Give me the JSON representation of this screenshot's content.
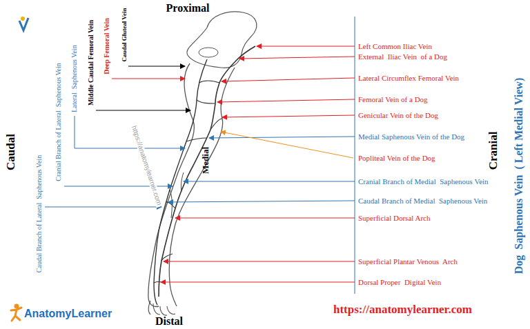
{
  "diagram": {
    "title": "Dog  Saphenous Vein  ( Left Medial View)",
    "labels": [
      "Proximal",
      "Distal",
      "Caudal",
      "Cranial",
      "Medial",
      "Caudal Gluteal Vein",
      "Deep Femoral Vein",
      "Middle Caudal Femoral Vein",
      "Lateral  Saphenous Vein",
      "Cranial Branch of Lateral  Saphenous Vein",
      "Caudal Branch of Lateral  Saphenous Vein",
      "Left Common Iliac Vein",
      "External  Iliac Vein  of a Dog",
      "Lateral Circumflex Femoral Vein",
      "Femoral Vein of a Dog",
      "Genicular Vein of the Dog",
      "Medial Saphenous Vein of the Dog",
      "Popliteal Vein of the Dog",
      "Cranial Branch of Medial  Saphenous Vein",
      "Caudal Branch of Medial  Saphenous Vein",
      "Superficial Dorsal Arch",
      "Superficial Plantar Venous  Arch",
      "Dorsal Proper  Digital Vein",
      "https://anatomylearner.com",
      "AnatomyLearner",
      "https://anatomylearner.com"
    ]
  }
}
